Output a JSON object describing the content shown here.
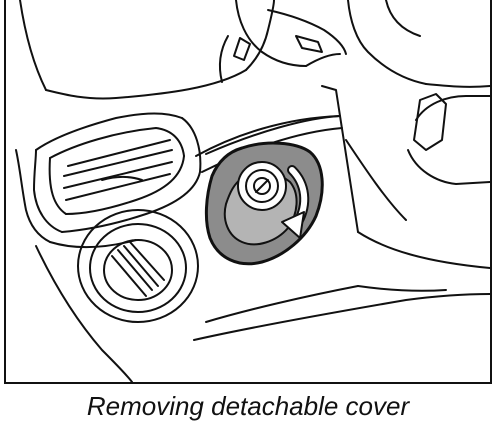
{
  "figure": {
    "caption": "Removing detachable cover",
    "colors": {
      "line": "#111111",
      "cover_fill": "#8c8c8c",
      "cover_inner": "#b4b4b4",
      "background": "#ffffff"
    },
    "icons": [
      "dashboard-vent-drawing",
      "rotary-knob-drawing",
      "detachable-cover-drawing",
      "rotation-arrow-icon"
    ]
  }
}
